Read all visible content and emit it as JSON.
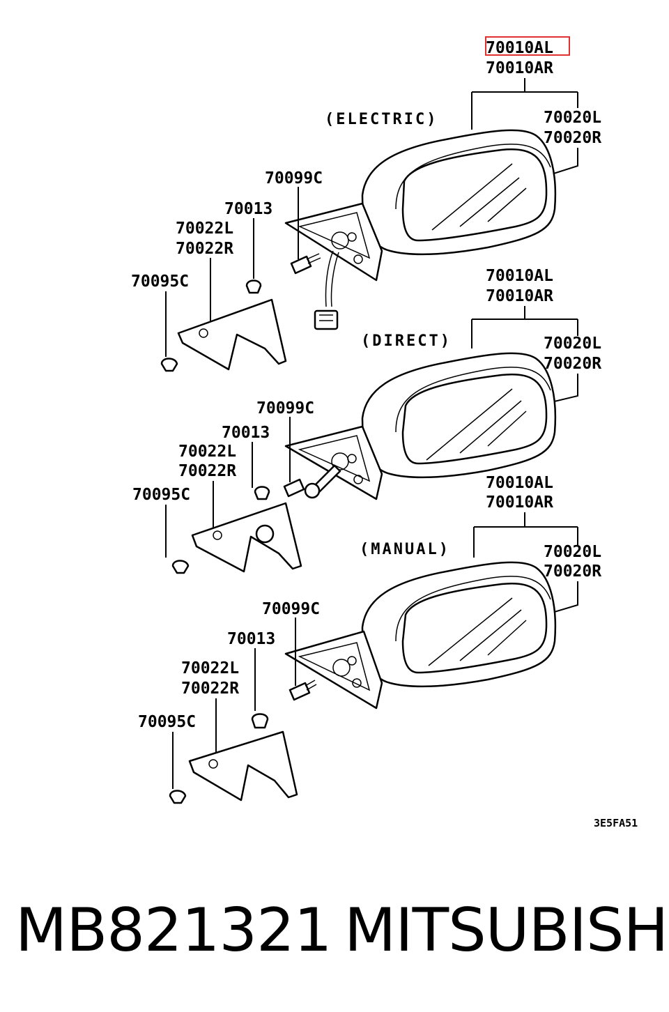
{
  "highlighted_label": "70010AL",
  "groups": [
    {
      "section": "(ELECTRIC)",
      "assembly_l": "70010AL",
      "assembly_r": "70010AR",
      "glass_l": "70020L",
      "glass_r": "70020R",
      "bolt": "70099C",
      "clip": "70013",
      "cover_l": "70022L",
      "cover_r": "70022R",
      "screw": "70095C"
    },
    {
      "section": "(DIRECT)",
      "assembly_l": "70010AL",
      "assembly_r": "70010AR",
      "glass_l": "70020L",
      "glass_r": "70020R",
      "bolt": "70099C",
      "clip": "70013",
      "cover_l": "70022L",
      "cover_r": "70022R",
      "screw": "70095C"
    },
    {
      "section": "(MANUAL)",
      "assembly_l": "70010AL",
      "assembly_r": "70010AR",
      "glass_l": "70020L",
      "glass_r": "70020R",
      "bolt": "70099C",
      "clip": "70013",
      "cover_l": "70022L",
      "cover_r": "70022R",
      "screw": "70095C"
    }
  ],
  "diagram_code": "3E5FA51",
  "footer": {
    "part_number": "MB821321",
    "brand": "MITSUBISHI"
  },
  "colors": {
    "highlight": "#e03030",
    "ink": "#000000",
    "background": "#ffffff"
  }
}
